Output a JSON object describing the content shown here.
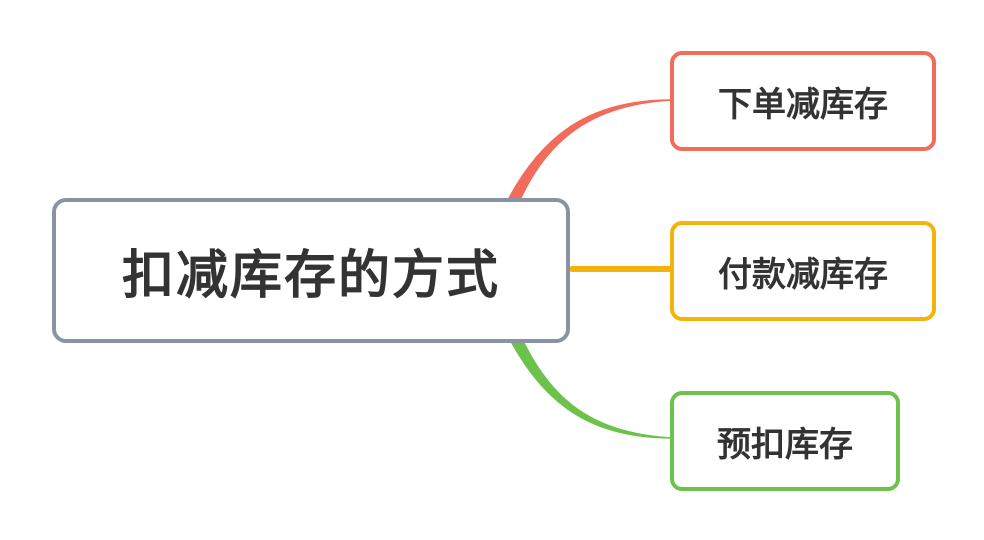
{
  "central": {
    "label": "扣减库存的方式",
    "border_color": "#8a93a6"
  },
  "branches": [
    {
      "label": "下单减库存",
      "color": "#f26b5b"
    },
    {
      "label": "付款减库存",
      "color": "#f5b20b"
    },
    {
      "label": "预扣库存",
      "color": "#6cc24a"
    }
  ]
}
